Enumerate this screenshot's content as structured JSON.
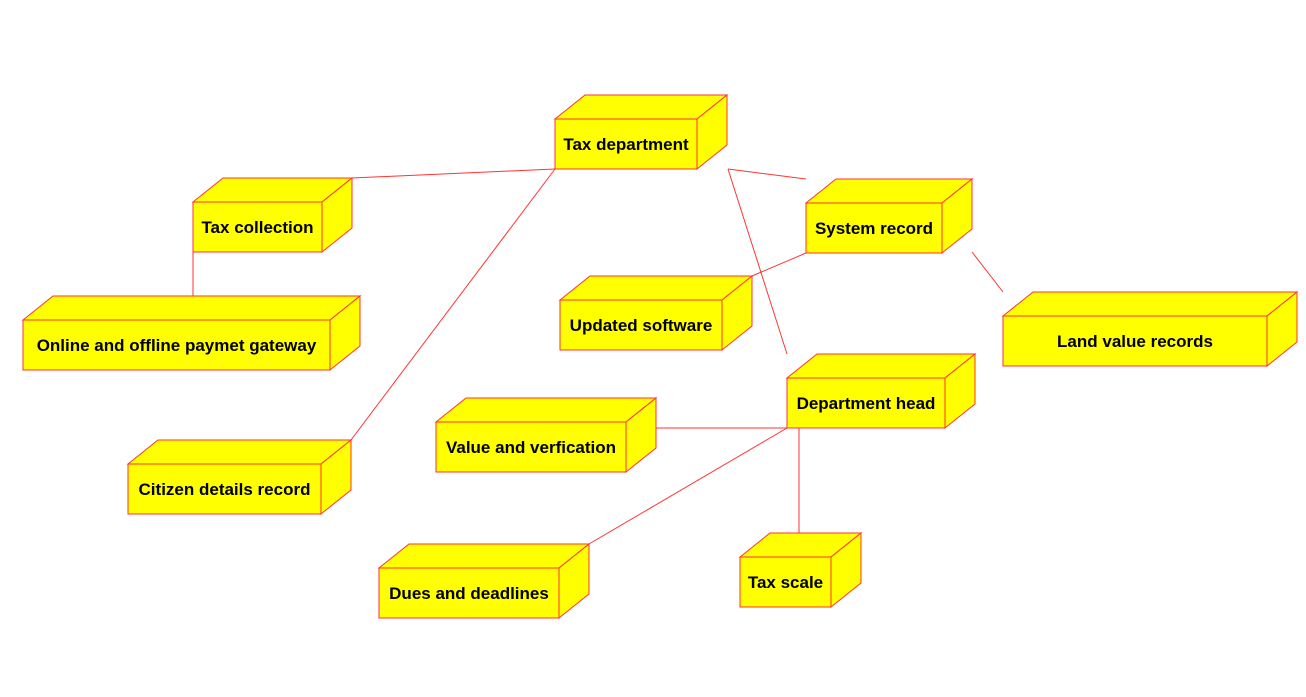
{
  "colors": {
    "node_fill": "#ffff00",
    "node_stroke": "#ff3333",
    "edge": "#ff3333",
    "background": "#ffffff",
    "text": "#000000"
  },
  "nodes": [
    {
      "id": "tax-department",
      "label": "Tax department"
    },
    {
      "id": "tax-collection",
      "label": "Tax collection"
    },
    {
      "id": "payment-gateway",
      "label": "Online and offline paymet gateway"
    },
    {
      "id": "citizen-details",
      "label": "Citizen details record"
    },
    {
      "id": "system-record",
      "label": "System record"
    },
    {
      "id": "updated-software",
      "label": "Updated software"
    },
    {
      "id": "land-value",
      "label": "Land value records"
    },
    {
      "id": "department-head",
      "label": "Department head"
    },
    {
      "id": "value-verification",
      "label": "Value and verfication"
    },
    {
      "id": "dues-deadlines",
      "label": "Dues and deadlines"
    },
    {
      "id": "tax-scale",
      "label": "Tax scale"
    }
  ],
  "edges": [
    {
      "from": "tax-department",
      "to": "tax-collection"
    },
    {
      "from": "tax-department",
      "to": "citizen-details"
    },
    {
      "from": "tax-department",
      "to": "system-record"
    },
    {
      "from": "tax-department",
      "to": "department-head"
    },
    {
      "from": "tax-collection",
      "to": "payment-gateway"
    },
    {
      "from": "system-record",
      "to": "updated-software"
    },
    {
      "from": "system-record",
      "to": "land-value"
    },
    {
      "from": "department-head",
      "to": "value-verification"
    },
    {
      "from": "department-head",
      "to": "dues-deadlines"
    },
    {
      "from": "department-head",
      "to": "tax-scale"
    }
  ]
}
